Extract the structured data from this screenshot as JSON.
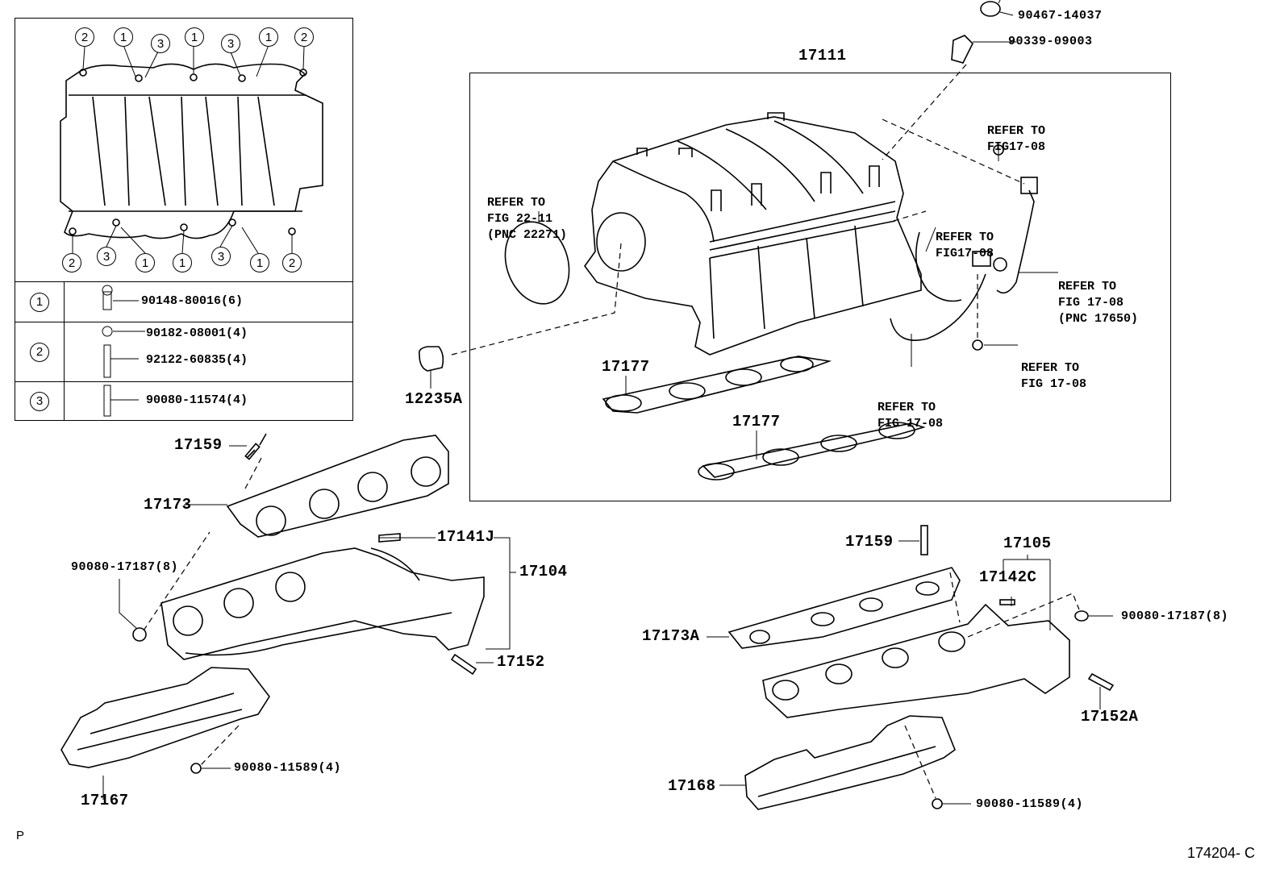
{
  "diagram": {
    "figure_id": "174204- C",
    "corner_mark": "P",
    "bolt_table": {
      "callouts_top": [
        "2",
        "1",
        "3",
        "1",
        "3",
        "1",
        "2"
      ],
      "callouts_bottom": [
        "2",
        "3",
        "1",
        "1",
        "3",
        "1",
        "2"
      ],
      "rows": [
        {
          "key": "1",
          "parts": [
            "90148-80016(6)"
          ]
        },
        {
          "key": "2",
          "parts": [
            "90182-08001(4)",
            "92122-60835(4)"
          ]
        },
        {
          "key": "3",
          "parts": [
            "90080-11574(4)"
          ]
        }
      ]
    },
    "intake": {
      "assembly_label": "17111",
      "top_parts": [
        "90467-14037",
        "90339-09003"
      ],
      "refer_fig_22": [
        "REFER TO",
        "FIG 22-11",
        "(PNC 22271)"
      ],
      "refer_top": [
        "REFER TO",
        "FIG17-08"
      ],
      "refer_mid": [
        "REFER TO",
        "FIG17-08"
      ],
      "refer_sensor": [
        "REFER TO",
        "FIG 17-08",
        "(PNC 17650)"
      ],
      "refer_bolt": [
        "REFER TO",
        "FIG 17-08"
      ],
      "refer_hose": [
        "REFER TO",
        "FIG 17-08"
      ],
      "gasket_1": "17177",
      "gasket_2": "17177",
      "plug": "12235A"
    },
    "exhaust_left": {
      "stud": "17159",
      "gasket": "17173",
      "stud_j": "17141J",
      "manifold": "17104",
      "nut": "90080-17187(8)",
      "stud_b": "17152",
      "heat_insulator": "17167",
      "bolt": "90080-11589(4)"
    },
    "exhaust_right": {
      "stud": "17159",
      "manifold": "17105",
      "stud_c": "17142C",
      "nut": "90080-17187(8)",
      "gasket": "17173A",
      "stud_a": "17152A",
      "heat_insulator": "17168",
      "bolt": "90080-11589(4)"
    }
  }
}
